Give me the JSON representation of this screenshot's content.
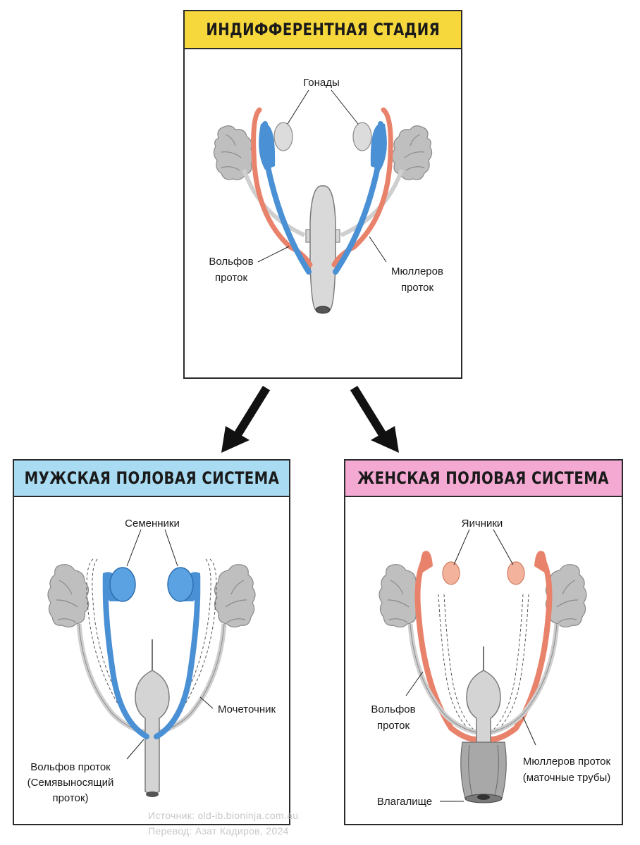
{
  "top_panel": {
    "title": "ИНДИФФЕРЕНТНАЯ СТАДИЯ",
    "header_color": "#f7d83c",
    "labels": {
      "gonads": "Гонады",
      "wolffian_1": "Вольфов",
      "wolffian_2": "проток",
      "mullerian_1": "Мюллеров",
      "mullerian_2": "проток"
    }
  },
  "male_panel": {
    "title": "МУЖСКАЯ ПОЛОВАЯ СИСТЕМА",
    "header_color": "#a9dbf3",
    "labels": {
      "testes": "Семенники",
      "ureter": "Мочеточник",
      "wolffian_1": "Вольфов проток",
      "wolffian_2": "(Семявыносящий",
      "wolffian_3": "проток)"
    }
  },
  "female_panel": {
    "title": "ЖЕНСКАЯ ПОЛОВАЯ СИСТЕМА",
    "header_color": "#f4a9d3",
    "labels": {
      "ovaries": "Яичники",
      "wolffian_1": "Вольфов",
      "wolffian_2": "проток",
      "mullerian_1": "Мюллеров проток",
      "mullerian_2": "(маточные трубы)",
      "vagina": "Влагалище"
    }
  },
  "credits": {
    "source": "Источник: old-ib.bioninja.com.au",
    "translation": "Перевод: Азат Кадиров, 2024"
  },
  "colors": {
    "wolffian": "#4a90d4",
    "mullerian": "#e9826a",
    "kidney": "#bfbfbf",
    "gonad": "#dcdcdc",
    "bladder": "#d4d4d4"
  }
}
